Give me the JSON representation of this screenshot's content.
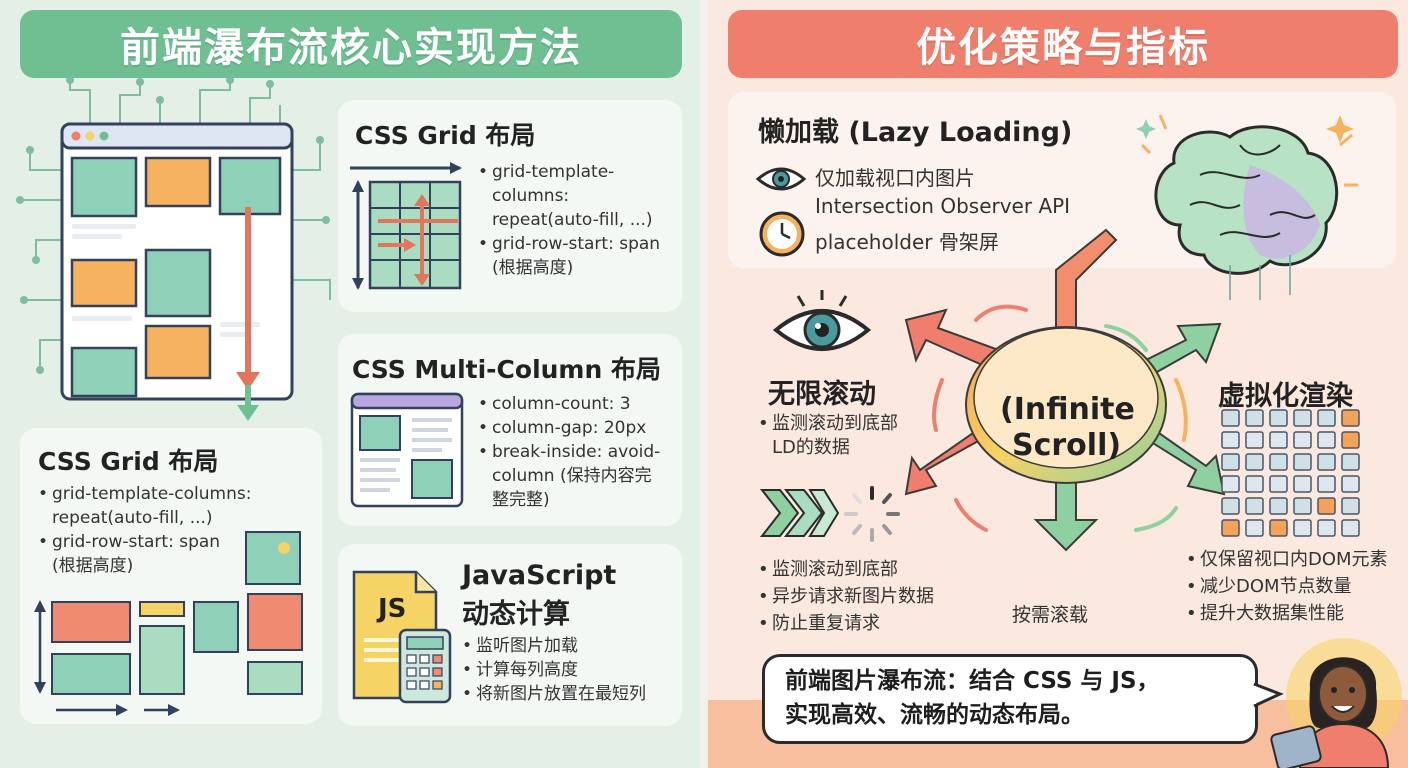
{
  "left": {
    "title": "前端瀑布流核心实现方法",
    "grid_card_top": {
      "heading": "CSS Grid 布局",
      "bullets": [
        "grid-template-",
        "columns:",
        "repeat(auto-fill, ...)",
        "grid-row-start: span",
        "(根据高度)"
      ]
    },
    "multicolumn_card": {
      "heading": "CSS Multi-Column 布局",
      "bullets": [
        "column-count: 3",
        "column-gap: 20px",
        "break-inside: avoid-",
        "column (保持内容完",
        "整完整)"
      ]
    },
    "grid_card_bottom": {
      "heading": "CSS Grid 布局",
      "bullets": [
        "grid-template-columns:",
        "repeat(auto-fill, ...)",
        "grid-row-start: span",
        "(根据高度)"
      ]
    },
    "js_card": {
      "heading_line1": "JavaScript",
      "heading_line2": "动态计算",
      "icon_label": "JS",
      "bullets": [
        "监听图片加载",
        "计算每列高度",
        "将新图片放置在最短列"
      ]
    }
  },
  "right": {
    "title": "优化策略与指标",
    "lazy": {
      "heading": "懒加载 (Lazy Loading)",
      "lines": [
        "仅加载视口内图片",
        "Intersection Observer API",
        "placeholder 骨架屏"
      ]
    },
    "center_line1": "(Infinite",
    "center_line2": "Scroll)",
    "infinite": {
      "heading": "无限滚动",
      "lines": [
        "监测滚动到底部",
        "LD的数据"
      ]
    },
    "scroll_list": [
      "监测滚动到底部",
      "异步请求新图片数据",
      "防止重复请求"
    ],
    "on_demand": "按需滚载",
    "virtual": {
      "heading": "虚拟化渲染",
      "bullets": [
        "仅保留视口内DOM元素",
        "减少DOM节点数量",
        "提升大数据集性能"
      ]
    },
    "bubble": [
      "前端图片瀑布流：结合 CSS 与 JS，",
      "实现高效、流畅的动态布局。"
    ]
  },
  "colors": {
    "green": "#6fbf93",
    "coral": "#ef7f6c",
    "orange": "#f4a259",
    "yellow": "#f6d365"
  }
}
